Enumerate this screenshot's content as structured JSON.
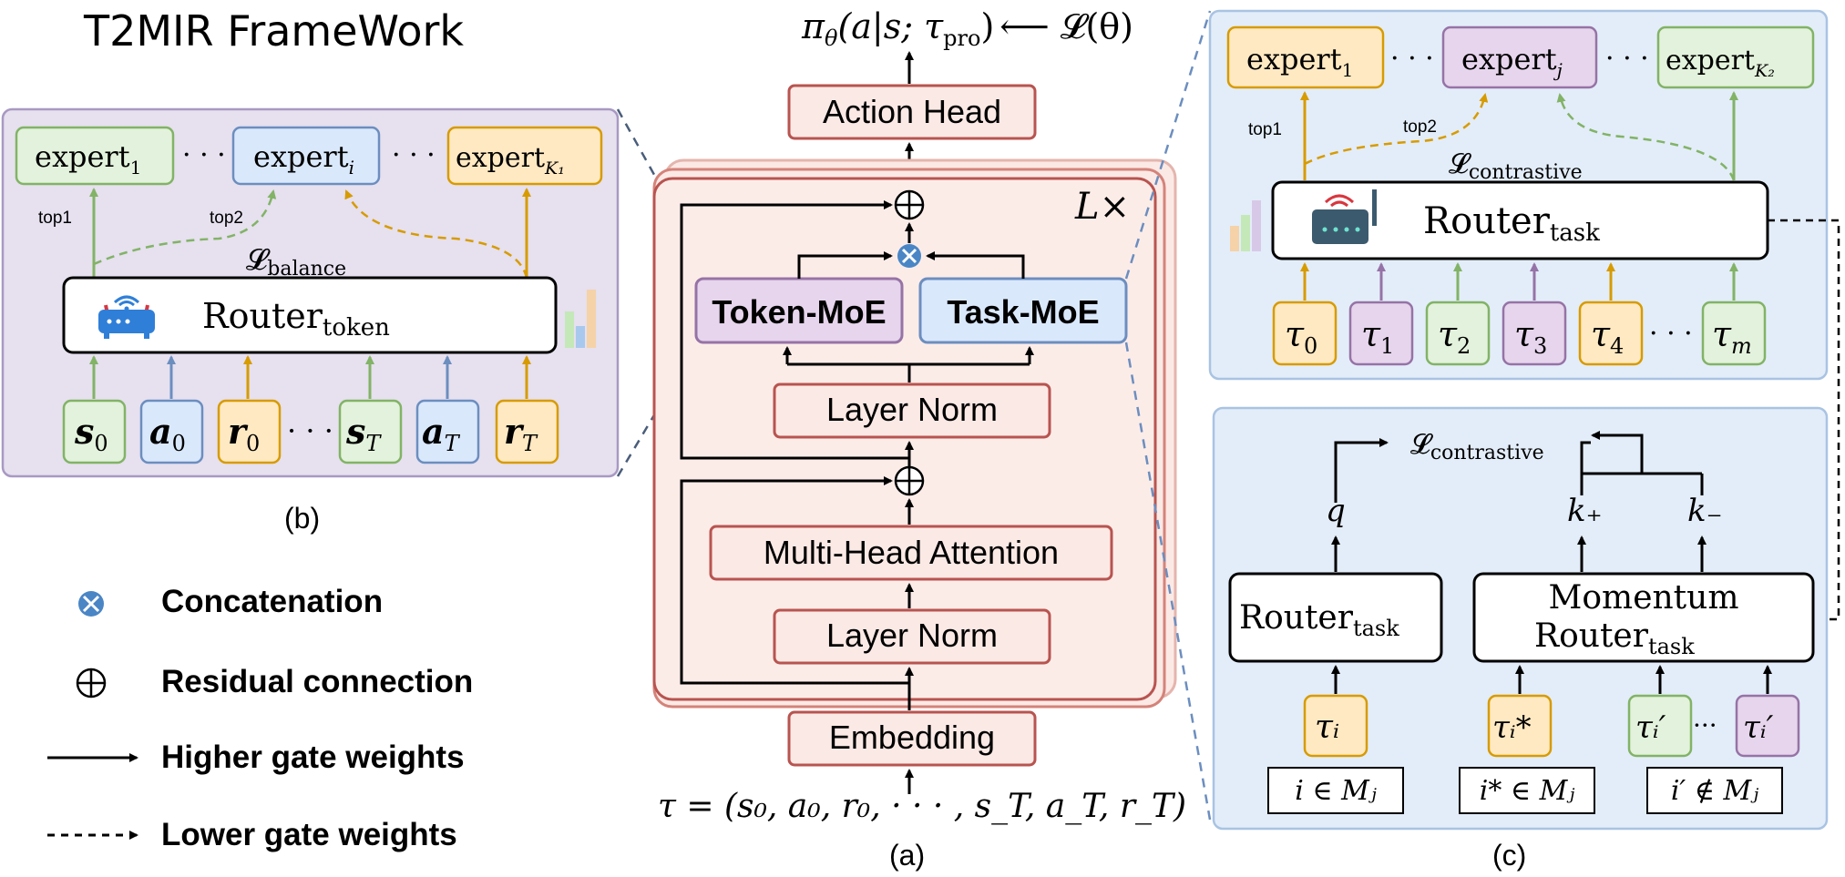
{
  "title": "T2MIR FrameWork",
  "panel_a": {
    "output": "π_θ(a|s; τ_pro) ⟵ 𝓛(θ)",
    "output_pi": "π",
    "output_theta": "θ",
    "output_args": "(a|s; τ",
    "output_pro": "pro",
    "output_close": ")",
    "output_loss": "⟵ 𝓛(θ)",
    "action_head": "Action Head",
    "repeat": "L×",
    "token_moe": "Token-MoE",
    "task_moe": "Task-MoE",
    "layer_norm_top": "Layer Norm",
    "mha": "Multi-Head Attention",
    "layer_norm_bottom": "Layer Norm",
    "embedding": "Embedding",
    "input_seq": "τ = (s₀, a₀, r₀, · · · , s_T, a_T, r_T)",
    "caption": "(a)"
  },
  "panel_b": {
    "experts": [
      "expert",
      "expert",
      "expert"
    ],
    "expert_subs": [
      "1",
      "i",
      "K₁"
    ],
    "top1": "top1",
    "top2": "top2",
    "loss_main": "𝓛",
    "loss_sub": "balance",
    "router_main": "Router",
    "router_sub": "token",
    "tokens": [
      "s",
      "a",
      "r",
      "s",
      "a",
      "r"
    ],
    "token_subs": [
      "0",
      "0",
      "0",
      "T",
      "T",
      "T"
    ],
    "caption": "(b)"
  },
  "panel_c_top": {
    "experts": [
      "expert",
      "expert",
      "expert"
    ],
    "expert_subs": [
      "1",
      "j",
      "K₂"
    ],
    "top1": "top1",
    "top2": "top2",
    "loss_main": "𝓛",
    "loss_sub": "contrastive",
    "router_main": "Router",
    "router_sub": "task",
    "taus": [
      "τ",
      "τ",
      "τ",
      "τ",
      "τ",
      "τ"
    ],
    "tau_subs": [
      "0",
      "1",
      "2",
      "3",
      "4",
      "m"
    ]
  },
  "panel_c_bottom": {
    "loss_main": "𝓛",
    "loss_sub": "contrastive",
    "q": "q",
    "k_plus": "k₊",
    "k_minus": "k₋",
    "router_main": "Router",
    "router_sub": "task",
    "momentum_line1": "Momentum",
    "momentum_router": "Router",
    "momentum_sub": "task",
    "tau_i": "τᵢ",
    "tau_istar": "τᵢ*",
    "tau_iprime_a": "τᵢ′",
    "tau_iprime_b": "τᵢ′",
    "cond_1": "i ∈ Mⱼ",
    "cond_2": "i* ∈ Mⱼ",
    "cond_3": "i′ ∉ Mⱼ",
    "caption": "(c)"
  },
  "legend": {
    "concat": "Concatenation",
    "residual": "Residual connection",
    "higher": "Higher gate weights",
    "lower": "Lower gate weights"
  },
  "colors": {
    "green_fill": "#e3f2dc",
    "green_stroke": "#82b366",
    "blue_fill": "#dae8fc",
    "blue_stroke": "#6c8ebf",
    "orange_fill": "#ffe9c2",
    "orange_stroke": "#d79b00",
    "purple_fill": "#e6d5ec",
    "purple_stroke": "#9673a6",
    "red_fill": "#fbe9e5",
    "red_stroke": "#b85450"
  }
}
